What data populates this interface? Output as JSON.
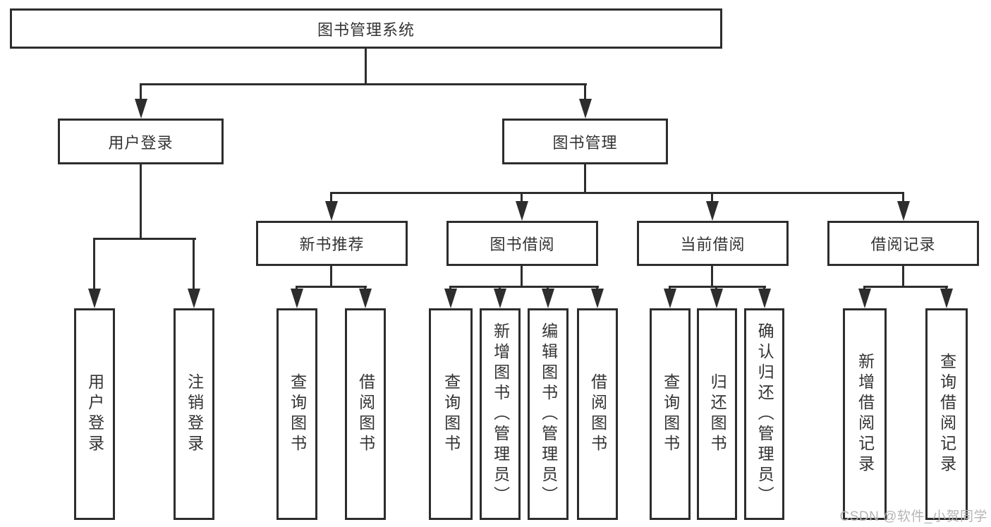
{
  "diagram_title": "图书管理系统",
  "nodes": {
    "root": "图书管理系统",
    "user_login": "用户登录",
    "book_management": "图书管理",
    "new_book_recommend": "新书推荐",
    "book_borrow": "图书借阅",
    "current_borrow": "当前借阅",
    "borrow_records": "借阅记录"
  },
  "leaves": {
    "user_login": [
      "用户登录",
      "注销登录"
    ],
    "new_book_recommend": [
      "查询图书",
      "借阅图书"
    ],
    "book_borrow": [
      "查询图书",
      "新增图书（管理员）",
      "编辑图书（管理员）",
      "借阅图书"
    ],
    "current_borrow": [
      "查询图书",
      "归还图书",
      "确认归还（管理员）"
    ],
    "borrow_records": [
      "新增借阅记录",
      "查询借阅记录"
    ]
  },
  "watermark": "CSDN @软件_小贺同学",
  "colors": {
    "line": "#2d2d2d",
    "text": "#333333",
    "watermark": "#b5b5b5",
    "background": "#ffffff"
  }
}
